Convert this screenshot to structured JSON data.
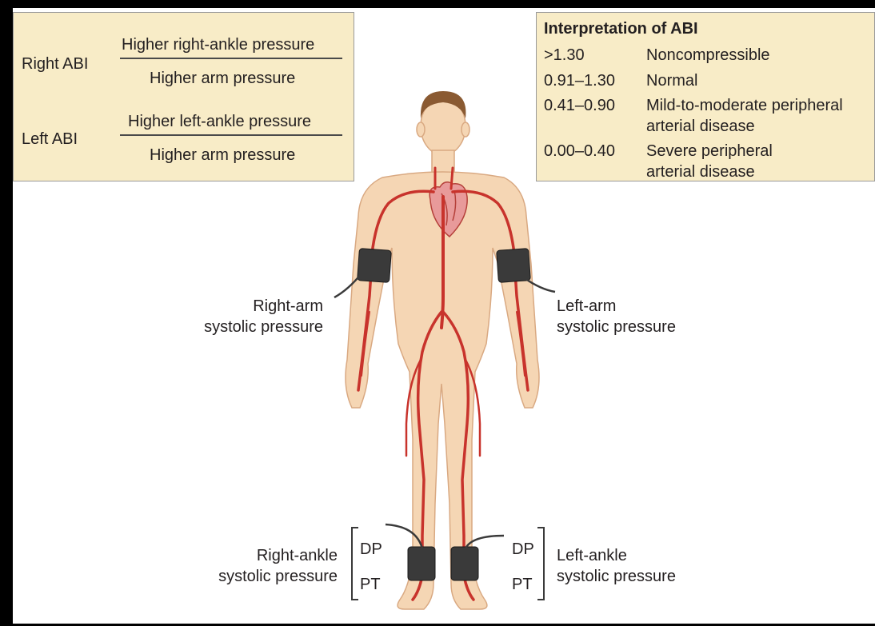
{
  "formulas": [
    {
      "label": "Right ABI",
      "numerator": "Higher right-ankle pressure",
      "denominator": "Higher arm pressure"
    },
    {
      "label": "Left ABI",
      "numerator": "Higher left-ankle pressure",
      "denominator": "Higher arm pressure"
    }
  ],
  "interpretation": {
    "title": "Interpretation of ABI",
    "rows": [
      {
        "range": ">1.30",
        "meaning_1": "Noncompressible",
        "meaning_2": ""
      },
      {
        "range": "0.91–1.30",
        "meaning_1": "Normal",
        "meaning_2": ""
      },
      {
        "range": "0.41–0.90",
        "meaning_1": "Mild-to-moderate peripheral",
        "meaning_2": "arterial disease"
      },
      {
        "range": "0.00–0.40",
        "meaning_1": "Severe peripheral",
        "meaning_2": "arterial disease"
      }
    ]
  },
  "labels": {
    "right_arm_1": "Right-arm",
    "right_arm_2": "systolic pressure",
    "left_arm_1": "Left-arm",
    "left_arm_2": "systolic pressure",
    "right_ankle_1": "Right-ankle",
    "right_ankle_2": "systolic pressure",
    "left_ankle_1": "Left-ankle",
    "left_ankle_2": "systolic pressure",
    "dp_right": "DP",
    "pt_right": "PT",
    "dp_left": "DP",
    "pt_left": "PT"
  },
  "colors": {
    "box_fill": "#f8ecc7",
    "skin": "#f5d6b4",
    "artery": "#c8332c",
    "cuff": "#3a3a3a",
    "hair": "#8a5a32"
  }
}
